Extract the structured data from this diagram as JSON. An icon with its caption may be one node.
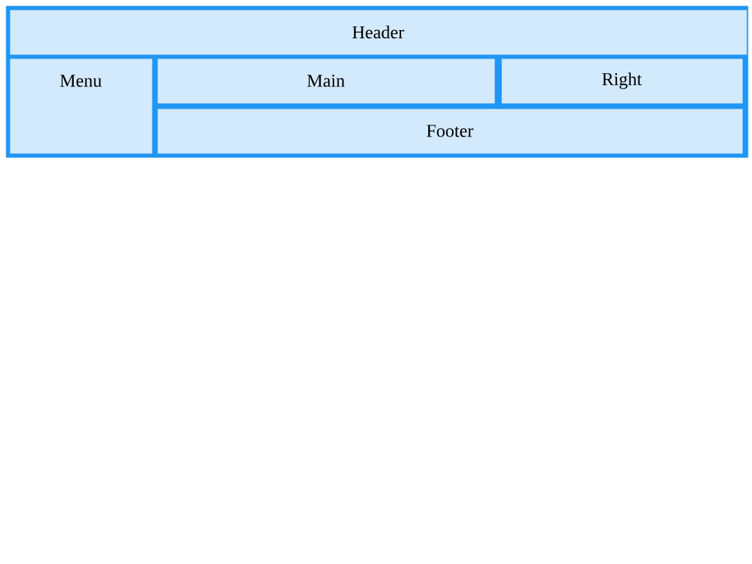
{
  "diagram": {
    "nodes": [
      {
        "text": [],
        "shape": "box"
      },
      {
        "text": [
          "Header"
        ],
        "in": 0
      },
      {
        "text": [
          "Menu"
        ],
        "in": 0
      },
      {
        "text": [
          "Main"
        ],
        "in": 0
      },
      {
        "text": [
          "Right"
        ],
        "in": 0
      },
      {
        "text": [
          "Footer"
        ],
        "in": 0
      }
    ]
  }
}
